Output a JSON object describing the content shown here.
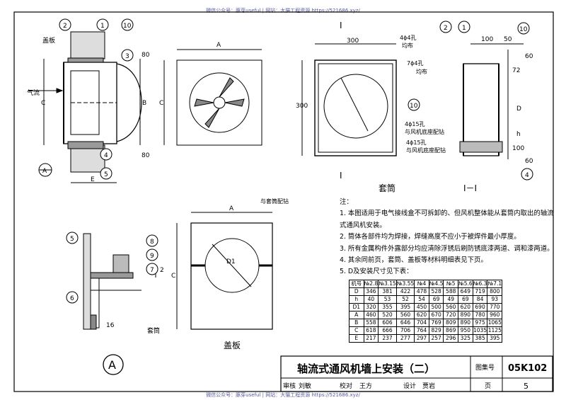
{
  "watermark_top": "微信公众号：豚芽useful | 网站：大猫工程资源 https://521686.xyz/",
  "watermark_bottom": "微信公众号：豚芽useful | 网站：大猫工程资源 https://521686.xyz/",
  "labels": {
    "airflow": "气流",
    "dim_A": "A",
    "dim_B": "B",
    "dim_C": "C",
    "dim_E": "E",
    "dim_80_top": "80",
    "dim_80_bot": "80",
    "cover_plate": "盖板",
    "section_I_top": "I",
    "section_I_bottom": "I",
    "sleeve": "套筒",
    "section_II": "I－I",
    "dim_300_h": "300",
    "dim_300_v": "300",
    "hole_4_4": "4ϕ4孔",
    "even": "均布",
    "hole_7_4": "7ϕ4孔",
    "even2": "均布",
    "hole_4_15a": "4ϕ15孔",
    "base_match": "与风机底座配钻",
    "hole_4_15b": "4ϕ15孔",
    "base_match2": "与风机底座配钻",
    "dim_100": "100",
    "dim_50": "50",
    "dim_60_top": "60",
    "dim_72": "72",
    "dim_D": "D",
    "dim_h": "h",
    "dim_100_v": "100",
    "dim_60_bot": "60",
    "match_sleeve": "与套筒配钻",
    "dim_D1": "D1",
    "dim_2": "2",
    "dim_16": "16",
    "sleeve_label": "套筒",
    "circle_A": "A",
    "detail_A": "A"
  },
  "callouts": [
    "1",
    "2",
    "3",
    "4",
    "5",
    "6",
    "7",
    "8",
    "9",
    "10"
  ],
  "notes": {
    "title": "注：",
    "items": [
      "1. 本图适用于电气接线盒不可拆卸的、但风机整体能从套筒内取出的轴流",
      "   式通风机安装。",
      "2. 筒体各部件均为焊接，焊缝高度不应小于被焊件最小厚度。",
      "3. 所有金属构件外露部分均应清除浮锈后刷防锈底漆两道、调和漆两道。",
      "4. 其余同前页，套筒、盖板等材料明细表见下页。",
      "5. D及安装尺寸见下表："
    ]
  },
  "table": {
    "header": [
      "机号",
      "№2.8",
      "№3.15",
      "№3.55",
      "№4",
      "№4.5",
      "№5",
      "№5.6",
      "№6.3",
      "№7.1"
    ],
    "rows": [
      [
        "D",
        "346",
        "381",
        "422",
        "478",
        "528",
        "588",
        "649",
        "719",
        "800"
      ],
      [
        "h",
        "40",
        "53",
        "52",
        "54",
        "69",
        "49",
        "69",
        "84",
        "93"
      ],
      [
        "D1",
        "320",
        "355",
        "395",
        "450",
        "500",
        "560",
        "620",
        "690",
        "770"
      ],
      [
        "A",
        "460",
        "520",
        "560",
        "620",
        "670",
        "720",
        "890",
        "780",
        "960"
      ],
      [
        "B",
        "558",
        "606",
        "646",
        "704",
        "769",
        "809",
        "890",
        "975",
        "1065"
      ],
      [
        "C",
        "618",
        "666",
        "706",
        "764",
        "829",
        "869",
        "950",
        "1035",
        "1125"
      ],
      [
        "E",
        "217",
        "237",
        "277",
        "297",
        "257",
        "296",
        "325",
        "385",
        "395"
      ]
    ]
  },
  "title_block": {
    "title": "轴流式通风机墙上安装（二）",
    "atlas_label": "图集号",
    "atlas_no": "05K102",
    "review": "审核",
    "reviewer": "刘敏",
    "check": "校对",
    "checker": "王方",
    "design": "设计",
    "designer": "贾岩",
    "page_label": "页",
    "page_no": "5"
  }
}
